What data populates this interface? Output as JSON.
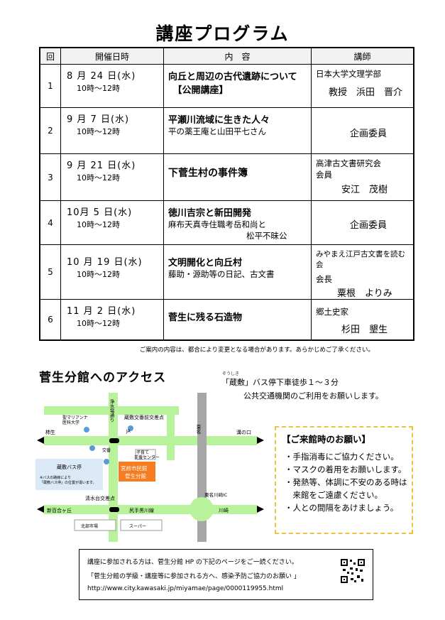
{
  "title": "講座プログラム",
  "headers": [
    "回",
    "開催日時",
    "内　容",
    "講師"
  ],
  "rows": [
    {
      "no": "1",
      "date": "8 月 24 日(水)",
      "time": "10時～12時",
      "main": "向丘と周辺の古代遺跡について",
      "sub": "　【公開講座】",
      "sub_bold": true,
      "lect1": "日本大学文理学部",
      "lect2": "教授　浜田　晋介",
      "lect3": ""
    },
    {
      "no": "2",
      "date": "9 月 7 日(水)",
      "time": "10時～12時",
      "main": "平瀬川流域に生きた人々",
      "sub": "平の薬王庵と山田平七さん",
      "sub_bold": false,
      "lect1": "",
      "lect2": "企画委員",
      "lect3": ""
    },
    {
      "no": "3",
      "date": "9 月 21 日(水)",
      "time": "10時～12時",
      "main": "下菅生村の事件簿",
      "sub": "",
      "sub_bold": false,
      "lect1": "高津古文書研究会",
      "lect2": "会員",
      "lect3": "安江　茂樹"
    },
    {
      "no": "4",
      "date": "10月 5 日(水)",
      "time": "10時～12時",
      "main": "徳川吉宗と新田開発",
      "sub": "麻布天真寺住職考岳和尚と",
      "sub2": "松平不昧公",
      "sub_bold": false,
      "lect1": "",
      "lect2": "企画委員",
      "lect3": ""
    },
    {
      "no": "5",
      "date": "10 月 19 日(水)",
      "time": "10時～12時",
      "main": "文明開化と向丘村",
      "sub": "藤助・源助等の日記、古文書",
      "sub_bold": false,
      "lect1": "みやまえ江戸古文書を読む会",
      "lect2": "会長",
      "lect3": "粟根　よりみ"
    },
    {
      "no": "6",
      "date": "11 月 2 日(水)",
      "time": "10時～12時",
      "main": "菅生に残る石造物",
      "sub": "",
      "sub_bold": false,
      "lect1": "郷土史家",
      "lect2": "杉田　墾生",
      "lect3": ""
    }
  ],
  "notice": "ご案内の内容は、都合により変更となる場合があります。あらかじめご了承ください。",
  "access_title": "菅生分館へのアクセス",
  "bus_ruby": "ぞうしき",
  "bus_line1": "「蔵敷」バス停下車徒歩１～３分",
  "bus_line2": "公共交通機関のご利用をお願いします。",
  "map": {
    "jyosui": "浄水場通り",
    "zoshiki_cross": "蔵敷交番前交差点",
    "maria": "聖マリアンナ",
    "maria2": "医科大学",
    "ja": "JA",
    "kakio": "柿生",
    "koban": "交番",
    "kosodate": "子育て",
    "kosodate2": "支援センター",
    "center1": "宮前市民館",
    "center2": "菅生分館",
    "higashimei": "東名",
    "mizonokuchi": "溝の口",
    "bus_stop": "蔵敷バス停",
    "bus_note1": "※バスの路線により",
    "bus_note2": "「蔵敷バス停」の位置が違います。",
    "shimizudai": "清水台交差点",
    "shinyurigaoka": "新百合ヶ丘",
    "shirihage": "尻手黒川線",
    "kawasaki": "川崎",
    "kawasaki_ic": "東名川崎IC",
    "kitabu": "北部市場",
    "super": "スーパー"
  },
  "request": {
    "title": "【ご来館時のお願い】",
    "items": [
      "・手指消毒にご協力ください。",
      "・マスクの着用をお願いします。",
      "・発熱等、体調に不安のある時は",
      "　来館をご遠慮ください。",
      "・人との間隔をあけましょう。"
    ]
  },
  "footer": {
    "line1": "講座に参加される方は、菅生分館 HP の下記のページをご一読ください。",
    "line2": "「菅生分館の学級・講座等に参加される方へ、感染予防ご協力のお願い 」",
    "line3": "http://www.city.kawasaki.jp/miyamae/page/0000119955.html"
  },
  "colors": {
    "road": "#b8f29a",
    "highway": "#a6a6a6",
    "center": "#f57c20",
    "bus": "#dceaf7",
    "pin": "#5b9bd5",
    "request_border": "#f0c040"
  }
}
